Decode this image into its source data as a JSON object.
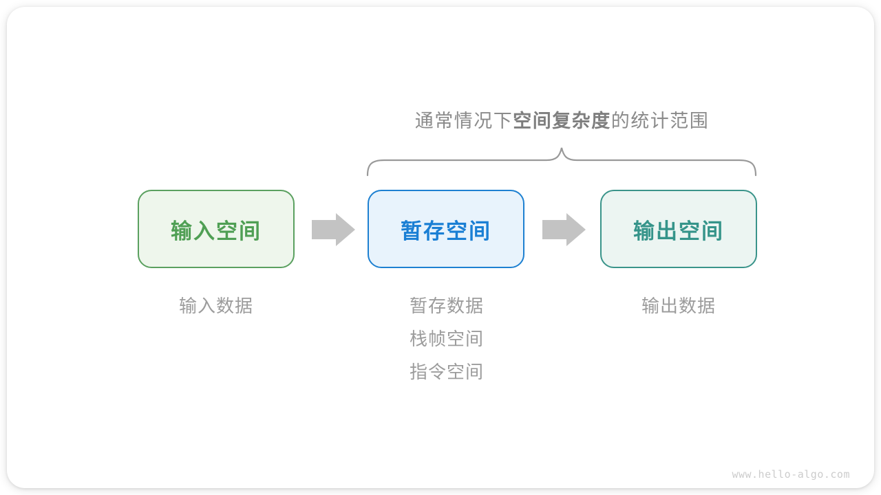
{
  "page": {
    "watermark": "www.hello-algo.com"
  },
  "diagram": {
    "title": {
      "prefix": "通常情况下",
      "emphasis": "空间复杂度",
      "suffix": "的统计范围"
    },
    "nodes": [
      {
        "id": "input-space",
        "label": "输入空间",
        "border_color": "#5aa05f",
        "fill_color": "#eef6ec",
        "text_color": "#4f9f54"
      },
      {
        "id": "temp-space",
        "label": "暂存空间",
        "border_color": "#1d80d1",
        "fill_color": "#e8f3fc",
        "text_color": "#1a7fd4"
      },
      {
        "id": "output-space",
        "label": "输出空间",
        "border_color": "#3a948a",
        "fill_color": "#ecf5f2",
        "text_color": "#35948a"
      }
    ],
    "annotations": {
      "input": [
        "输入数据"
      ],
      "temp": [
        "暂存数据",
        "栈帧空间",
        "指令空间"
      ],
      "output": [
        "输出数据"
      ]
    },
    "colors": {
      "arrow": "#c3c3c3",
      "brace": "#999999",
      "annotation_text": "#9c9c9c",
      "title_text": "#8a8a8a",
      "watermark_text": "#cccccc"
    }
  }
}
